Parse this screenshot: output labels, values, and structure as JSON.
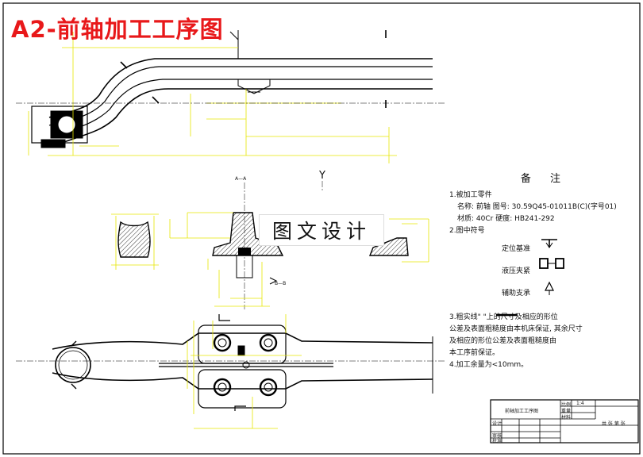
{
  "title": "A2-前轴加工工序图",
  "watermark": "图文设计",
  "notes": {
    "heading": "备 注",
    "lines": [
      "1.被加工零件",
      "名称: 前轴  图号: 30.59Q45-01011B(C)(字号01)",
      "材质: 40Cr  硬度: HB241-292",
      "2.图中符号",
      "3.粗实线\"    \"上的尺寸及相应的形位",
      "公差及表面粗糙度由本机床保证, 其余尺寸",
      "及相应的形位公差及表面粗糙度由",
      "本工序前保证。",
      "4.加工余量为<10mm。"
    ],
    "symbols": [
      {
        "label": "定位基准",
        "icon": "locating-datum-icon"
      },
      {
        "label": "液压夹紧",
        "icon": "hydraulic-clamp-icon"
      },
      {
        "label": "辅助支承",
        "icon": "auxiliary-support-icon"
      }
    ]
  },
  "section_labels": {
    "a_a": "A—A",
    "b_b": "B—B",
    "y": "Y"
  },
  "title_block": {
    "name": "前轴加工工序图",
    "scale_label": "比例",
    "scale_value": "1:4",
    "weight_label": "重量",
    "material_label": "材料",
    "designer_label": "设计",
    "checker_label": "审核",
    "approver_label": "批准",
    "sheet_label": "共 张 第 张"
  },
  "colors": {
    "drawing_line": "#000000",
    "dimension_line": "#e6e600",
    "title": "#e8181a",
    "hatch": "#000000"
  }
}
